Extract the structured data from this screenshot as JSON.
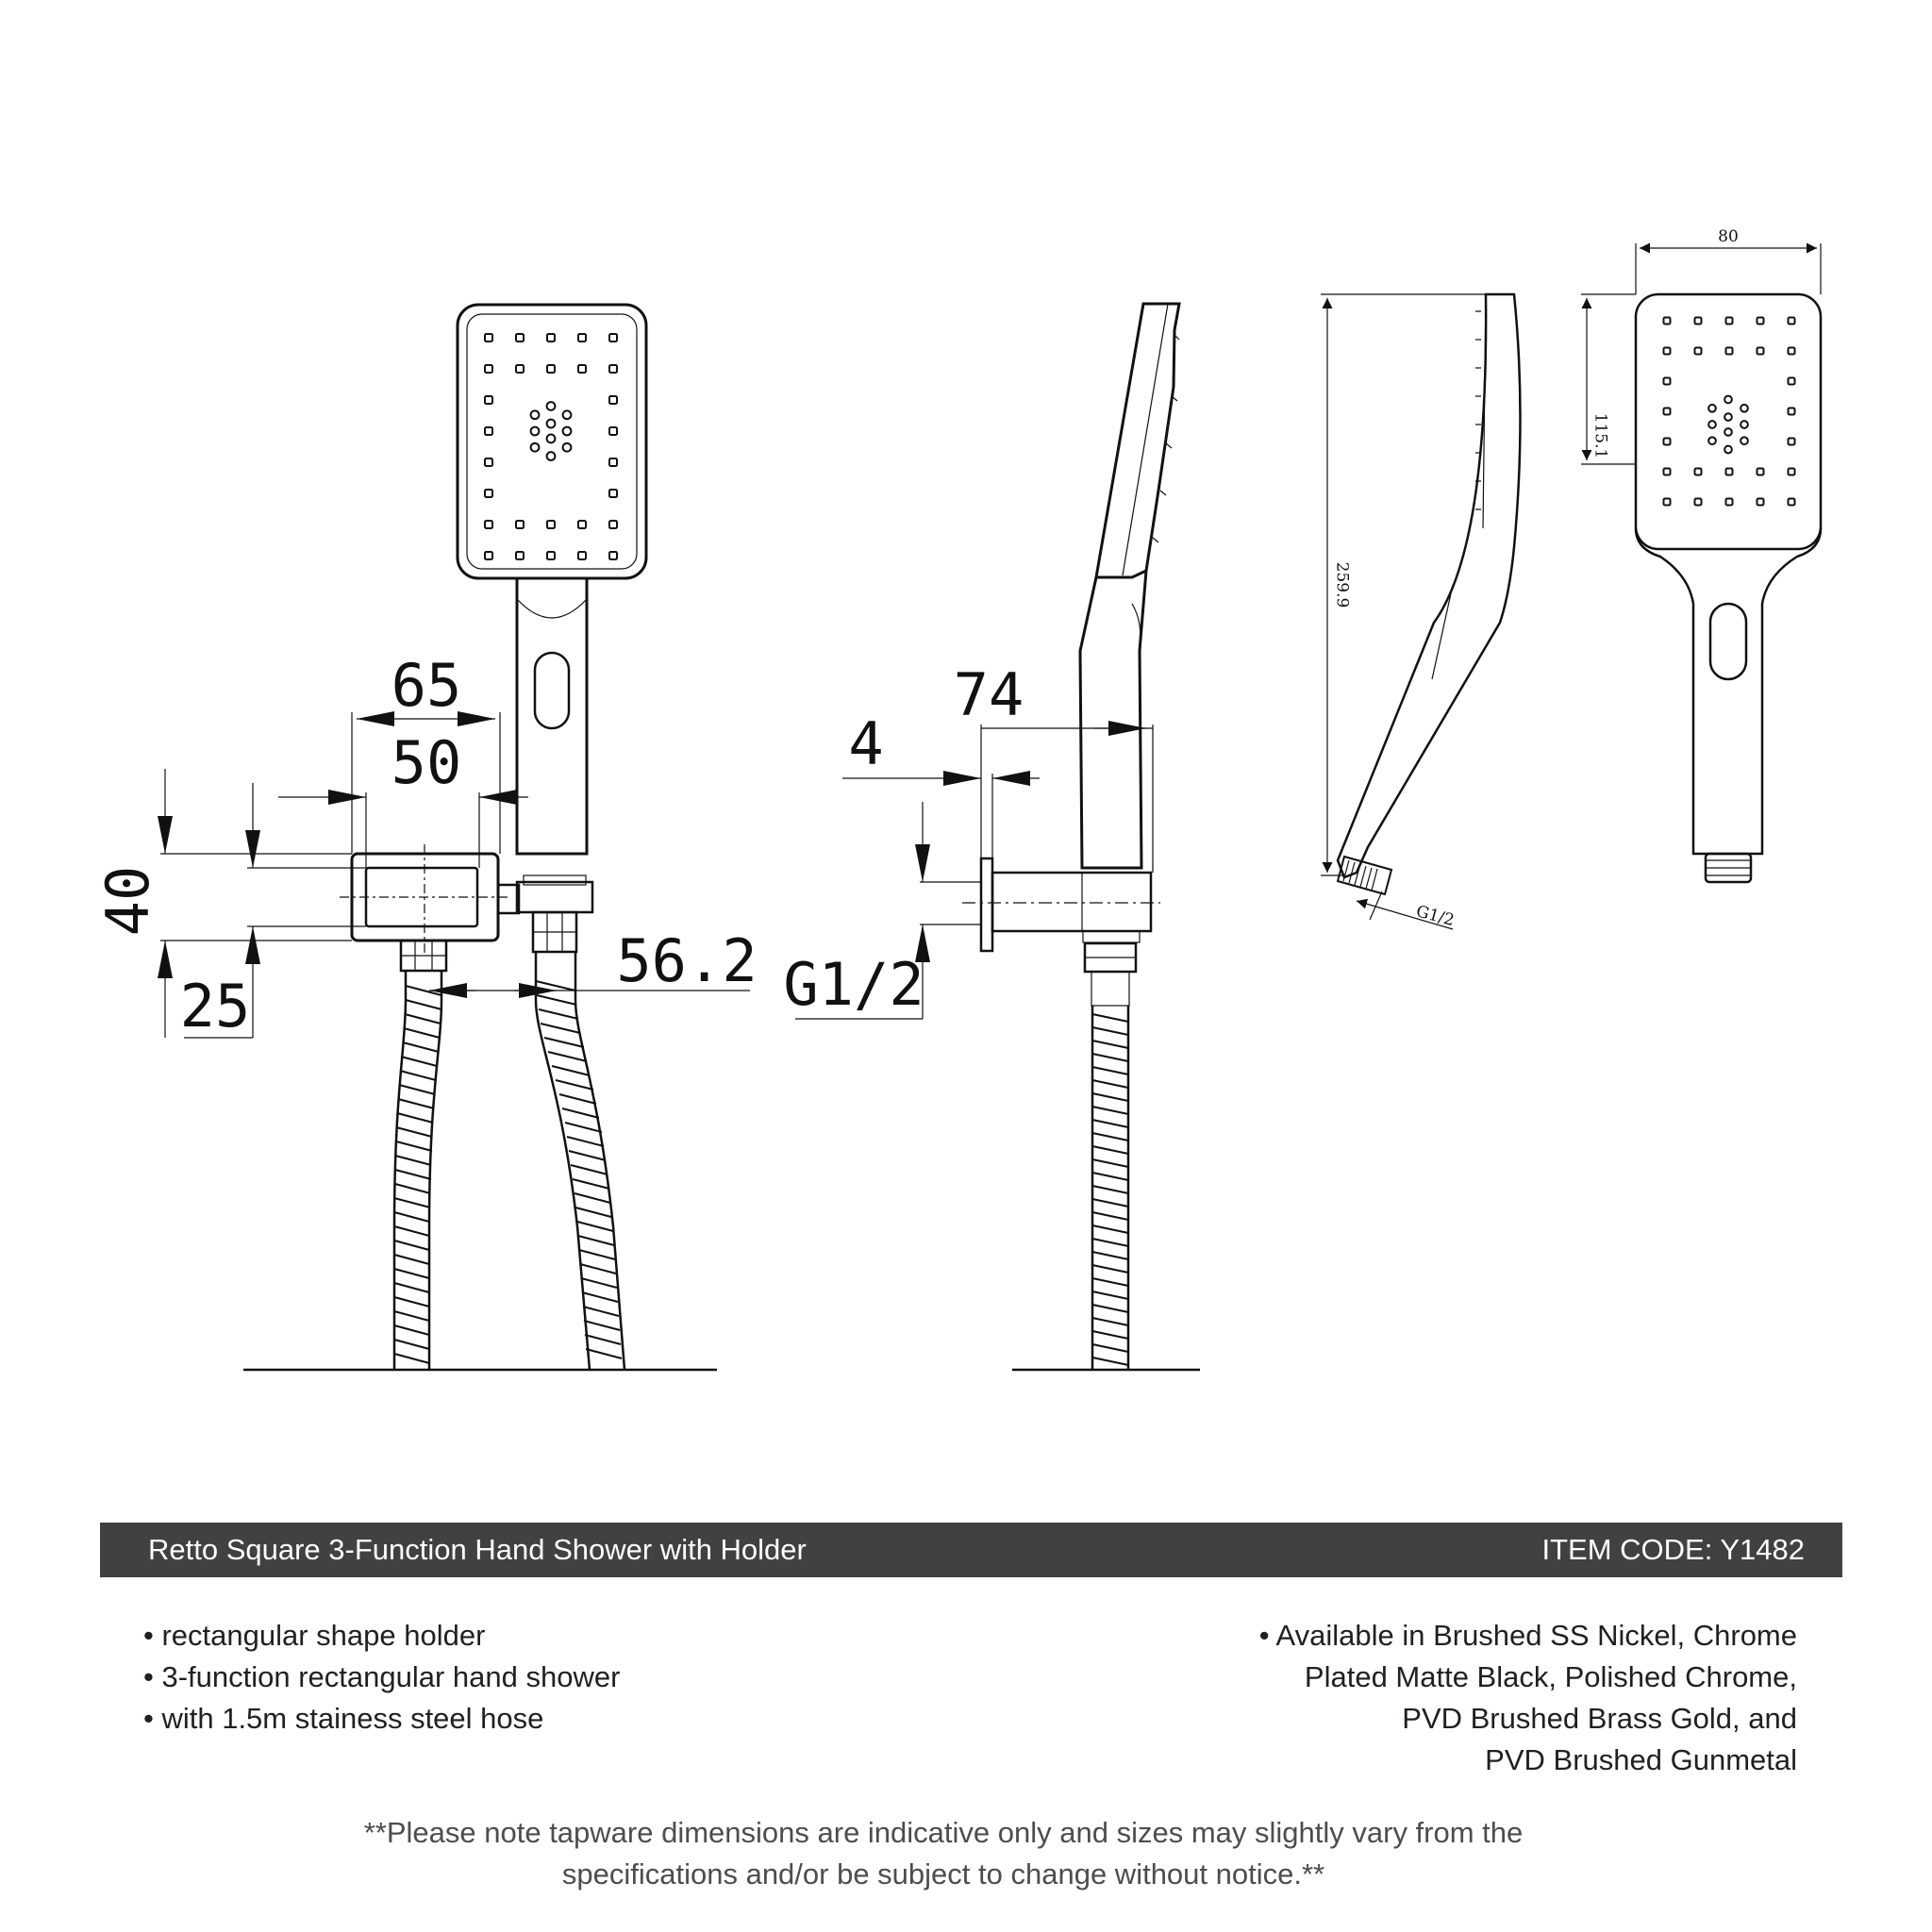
{
  "drawing": {
    "front_view": {
      "dim_65": "65",
      "dim_50": "50",
      "dim_40": "40",
      "dim_25": "25",
      "dim_56_2": "56.2"
    },
    "side_view": {
      "dim_74": "74",
      "dim_4": "4",
      "dim_thread": "G1/2"
    },
    "head_side_view": {
      "dim_259_9": "259.9",
      "dim_thread": "G1/2"
    },
    "head_front_view": {
      "dim_80": "80",
      "dim_115_1": "115.1"
    }
  },
  "product": {
    "title": "Retto Square 3-Function Hand Shower with Holder",
    "item_code": "ITEM CODE: Y1482"
  },
  "features_left": [
    "• rectangular shape holder",
    "• 3-function rectangular hand shower",
    "• with 1.5m stainess steel hose"
  ],
  "features_right": [
    "• Available in Brushed SS Nickel, Chrome",
    "Plated Matte Black, Polished Chrome,",
    "PVD Brushed Brass Gold, and",
    "PVD Brushed Gunmetal"
  ],
  "disclaimer": {
    "line1": "**Please note tapware dimensions are indicative only and sizes may slightly vary from the",
    "line2": "specifications and/or be subject to change without notice.**"
  }
}
